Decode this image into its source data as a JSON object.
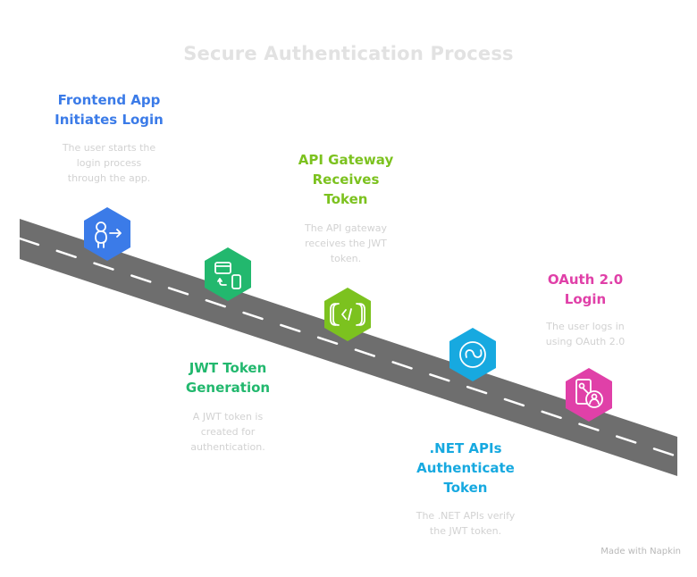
{
  "title": "Secure Authentication Process",
  "watermark": "Made with Napkin",
  "colors": {
    "road": "#6e6e6e",
    "lane": "#ffffff",
    "title_text": "#e2e2e2",
    "desc_text": "#d2d2d2"
  },
  "steps": [
    {
      "id": "frontend-app",
      "title_lines": [
        "Frontend App",
        "Initiates Login"
      ],
      "description_lines": [
        "The user starts the",
        "login process",
        "through the app."
      ],
      "color": "#3b7be8",
      "icon": "user-arrow-icon",
      "position": "above"
    },
    {
      "id": "jwt-token",
      "title_lines": [
        "JWT Token",
        "Generation"
      ],
      "description_lines": [
        "A JWT token is",
        "created for",
        "authentication."
      ],
      "color": "#22b86e",
      "icon": "card-to-phone-icon",
      "position": "below"
    },
    {
      "id": "api-gateway",
      "title_lines": [
        "API Gateway",
        "Receives",
        "Token"
      ],
      "description_lines": [
        "The API gateway",
        "receives the JWT",
        "token."
      ],
      "color": "#7cc21f",
      "icon": "api-code-icon",
      "position": "above"
    },
    {
      "id": "dotnet-apis",
      "title_lines": [
        ".NET APIs",
        "Authenticate",
        "Token"
      ],
      "description_lines": [
        "The .NET APIs verify",
        "the JWT token."
      ],
      "color": "#17a9e0",
      "icon": "infinity-link-icon",
      "position": "below"
    },
    {
      "id": "oauth",
      "title_lines": [
        "OAuth 2.0",
        "Login"
      ],
      "description_lines": [
        "The user logs in",
        "using OAuth 2.0"
      ],
      "color": "#e040a8",
      "icon": "phone-user-icon",
      "position": "above"
    }
  ]
}
